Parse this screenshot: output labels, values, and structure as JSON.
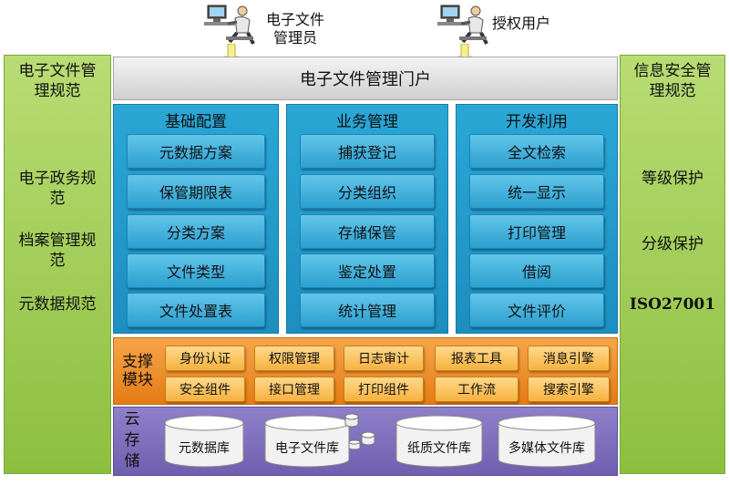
{
  "users": {
    "records_manager": "电子文件\n管理员",
    "authorized_user": "授权用户"
  },
  "left_panel": {
    "top": "电子文件管\n理规范",
    "items": [
      "电子政务规\n范",
      "档案管理规\n范",
      "元数据规范"
    ]
  },
  "right_panel": {
    "top": "信息安全管\n理规范",
    "items": [
      "等级保护",
      "分级保护",
      "ISO27001"
    ]
  },
  "portal": {
    "title": "电子文件管理门户"
  },
  "columns": [
    {
      "title": "基础配置",
      "items": [
        "元数据方案",
        "保管期限表",
        "分类方案",
        "文件类型",
        "文件处置表"
      ]
    },
    {
      "title": "业务管理",
      "items": [
        "捕获登记",
        "分类组织",
        "存储保管",
        "鉴定处置",
        "统计管理"
      ]
    },
    {
      "title": "开发利用",
      "items": [
        "全文检索",
        "统一显示",
        "打印管理",
        "借阅",
        "文件评价"
      ]
    }
  ],
  "support": {
    "label": "支撑\n模块",
    "row1": [
      "身份认证",
      "权限管理",
      "日志审计",
      "报表工具",
      "消息引擎"
    ],
    "row2": [
      "安全组件",
      "接口管理",
      "打印组件",
      "工作流",
      "搜索引擎"
    ]
  },
  "storage": {
    "label": "云\n存\n储",
    "items": [
      "元数据库",
      "电子文件库",
      "纸质文件库",
      "多媒体文件库"
    ]
  },
  "colors": {
    "green": "#8cbf3f",
    "blue": "#1d8ec0",
    "orange": "#e47c15",
    "purple": "#6f5fb0",
    "portal": "#dcdcdc"
  }
}
